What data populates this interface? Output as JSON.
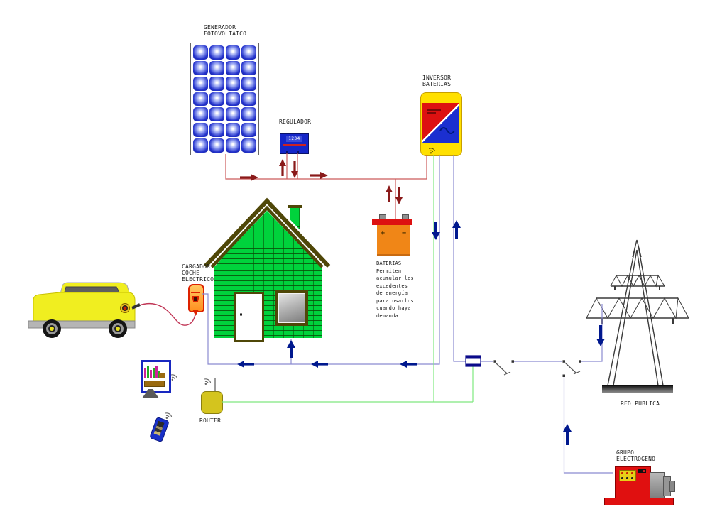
{
  "palette": {
    "dc_wire": "#cc5a5a",
    "dc_arrow": "#8a1a1a",
    "ac_wire": "#8b8bd0",
    "ac_arrow": "#00188e",
    "data_wire": "#7fe87f",
    "panel_cell_blue": "#2433cc",
    "brick_green": "#00d23c",
    "roof_olive": "#4f4708",
    "car_yellow": "#f0ee20",
    "equipment_red": "#e01010",
    "battery_orange": "#f08617",
    "inverter_yellow": "#ffe000",
    "router_yellow": "#d4c41e"
  },
  "labels": {
    "solar_panel": "GENERADOR\nFOTOVOLTAICO",
    "regulator": "REGULADOR",
    "inverter": "INVERSOR\nBATERIAS",
    "battery_note": "BATERIAS.\nPermiten\nacumular los\nexcedentes\nde energía\npara usarlos\ncuando haya\ndemanda",
    "car_charger": "CARGADOR\nCOCHE\nELECTRICO",
    "router": "ROUTER",
    "public_grid": "RED PUBLICA",
    "genset": "GRUPO\nELECTROGENO"
  },
  "regulator": {
    "display": "1234"
  },
  "battery": {
    "plus": "+",
    "minus": "−"
  }
}
